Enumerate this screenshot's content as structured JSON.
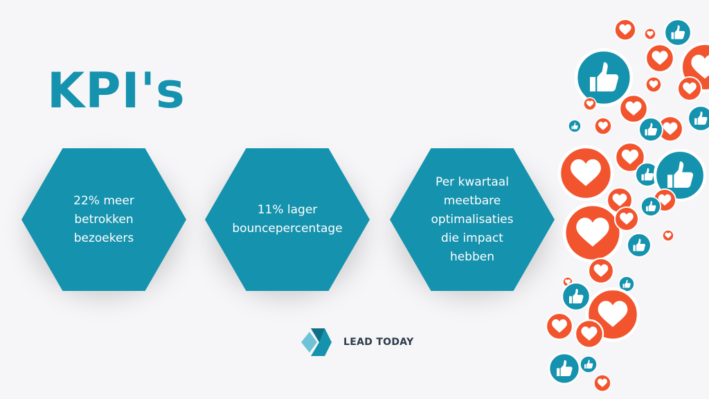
{
  "slide": {
    "title": "KPI's",
    "kpis": [
      {
        "text": "22% meer\nbetrokken\nbezoekers"
      },
      {
        "text": "11% lager\nbouncepercentage"
      },
      {
        "text": "Per kwartaal\nmeetbare\noptimalisaties\ndie impact\nhebben"
      }
    ],
    "logo": {
      "text": "LEAD TODAY"
    }
  },
  "colors": {
    "teal": "#1592ad",
    "orange": "#f2542d",
    "background": "#f6f6f8",
    "dark_text": "#2b3a4a"
  },
  "icons": [
    "heart-icon",
    "thumbs-up-icon",
    "lead-today-logo-icon"
  ]
}
